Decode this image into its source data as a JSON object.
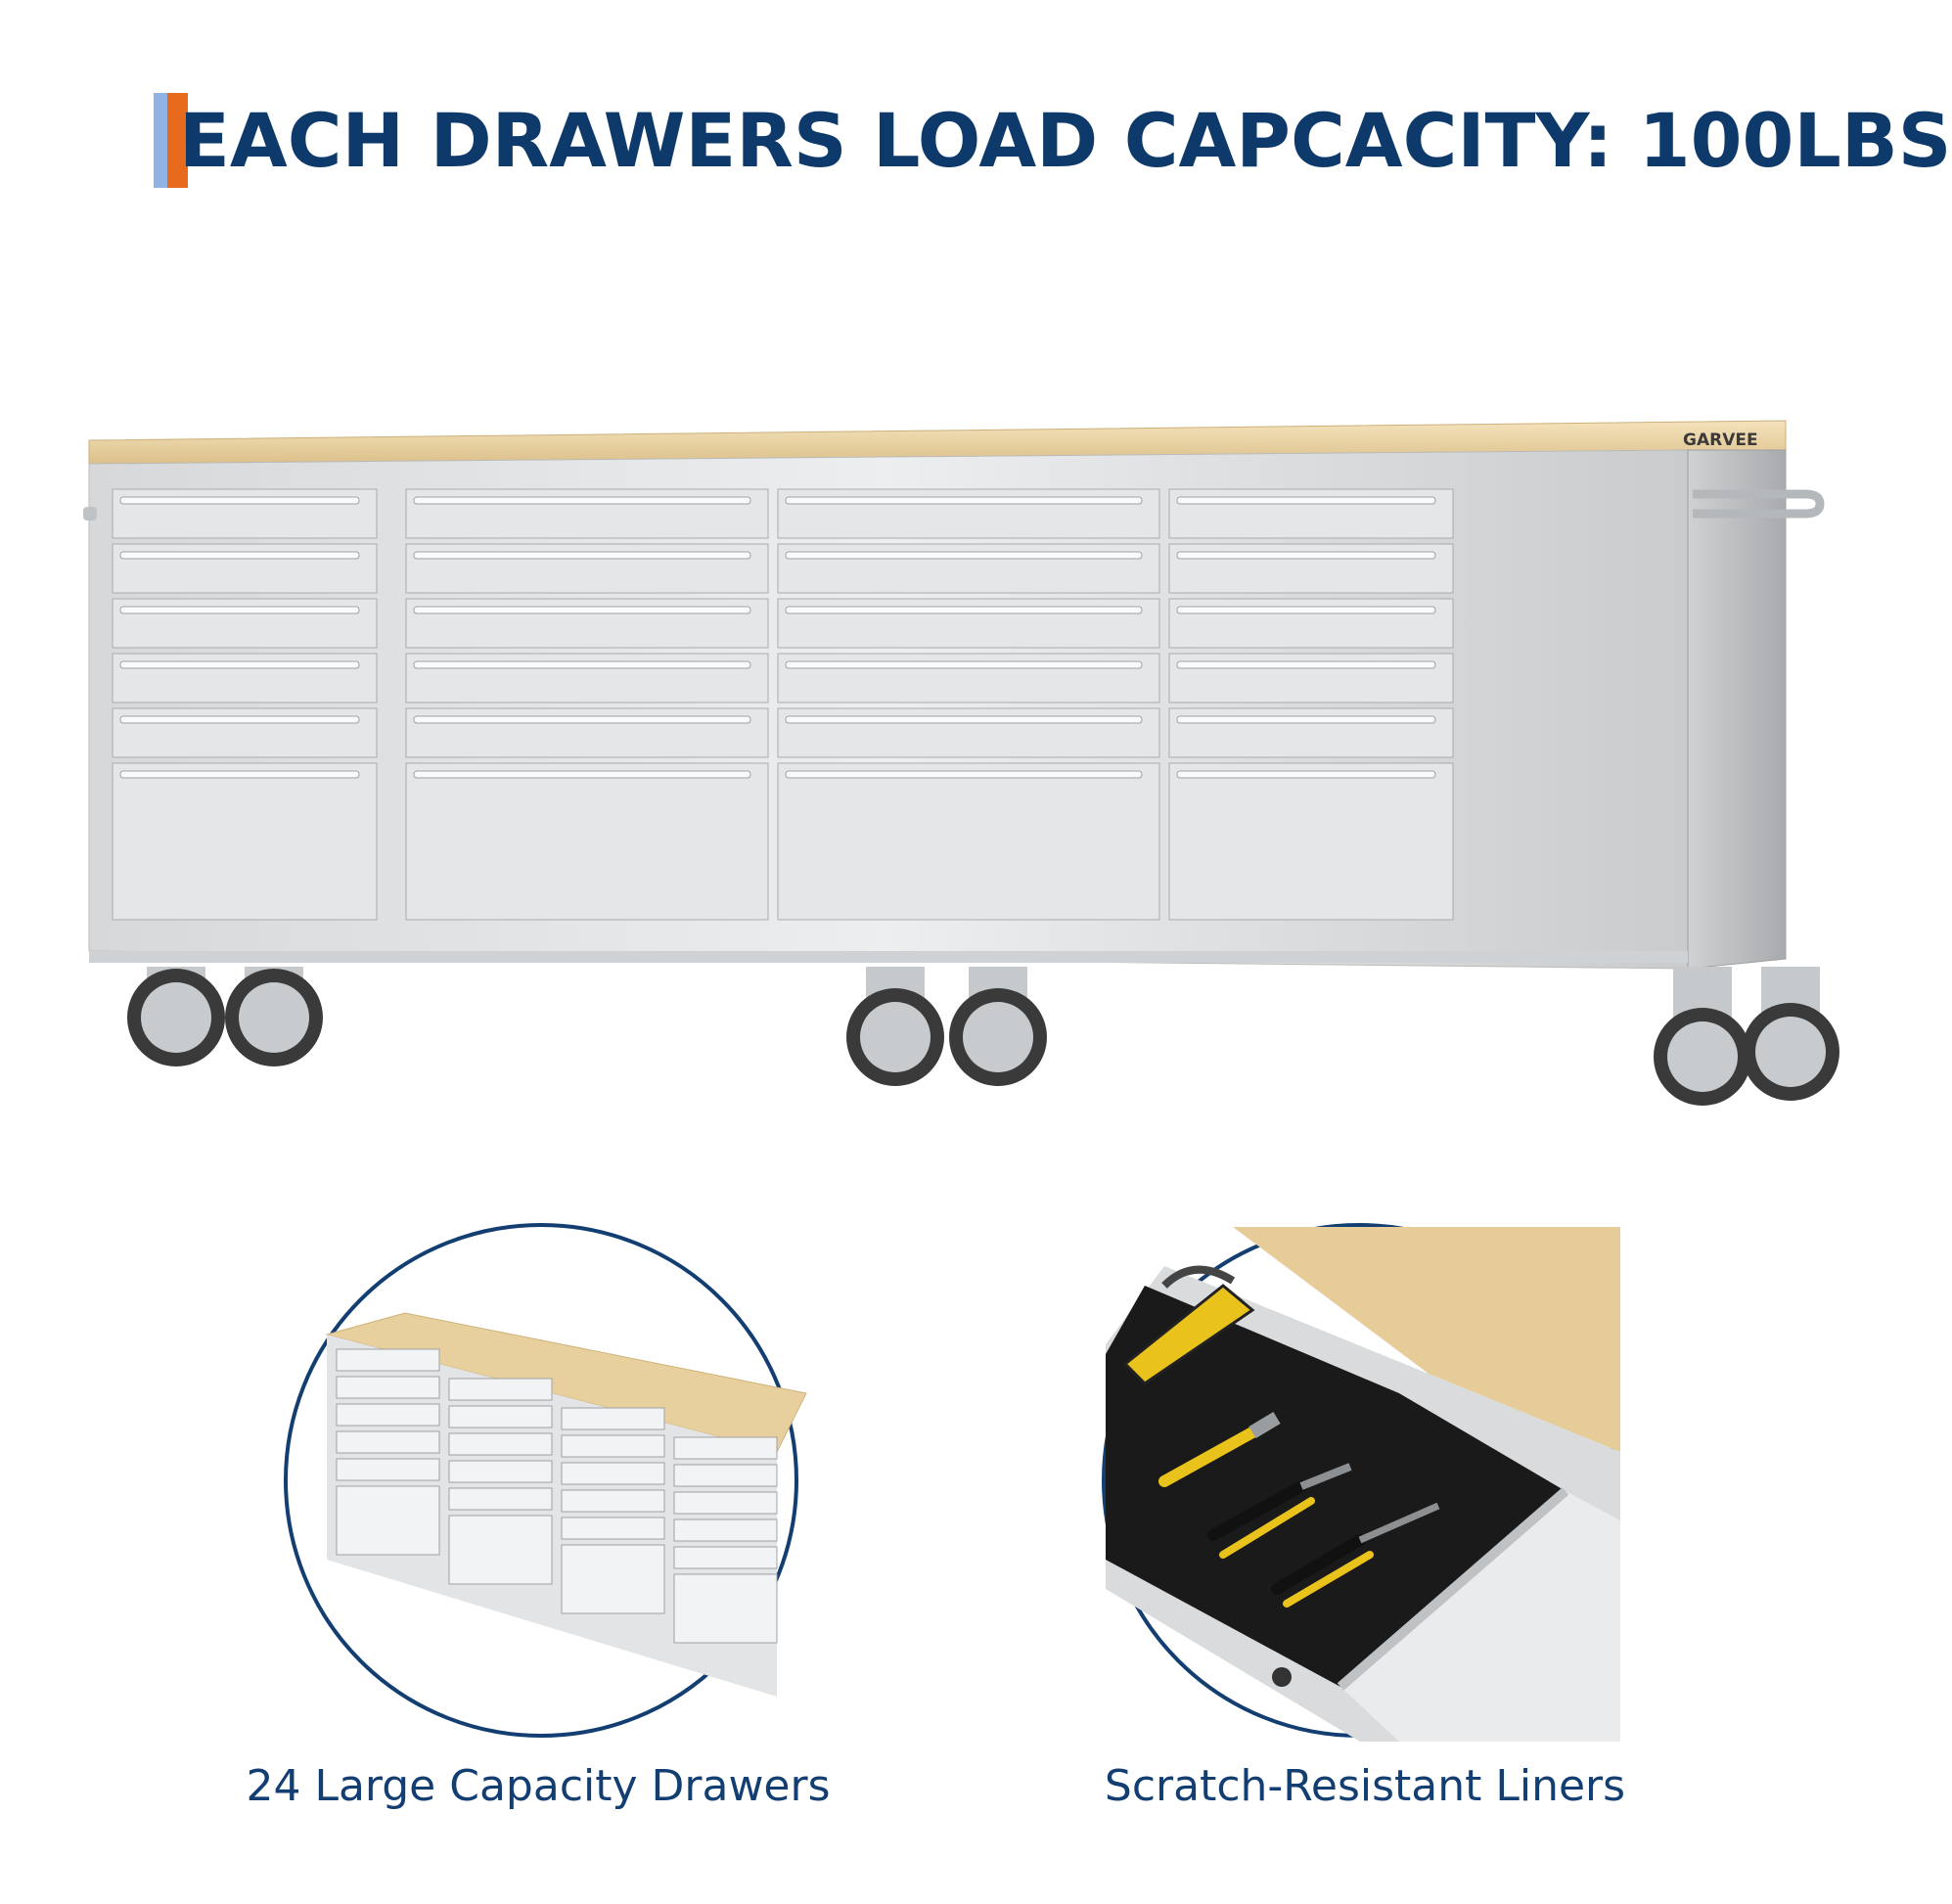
{
  "header": {
    "title": "EACH DRAWERS LOAD CAPCACITY: 100LBS"
  },
  "product": {
    "brand": "GARVEE"
  },
  "features": [
    {
      "caption": "24 Large Capacity Drawers"
    },
    {
      "caption": "Scratch-Resistant Liners"
    }
  ],
  "colors": {
    "title": "#0e3a6b",
    "accent_orange": "#e86a1c",
    "accent_blue": "#8fb4e3",
    "circle_border": "#123e72"
  }
}
